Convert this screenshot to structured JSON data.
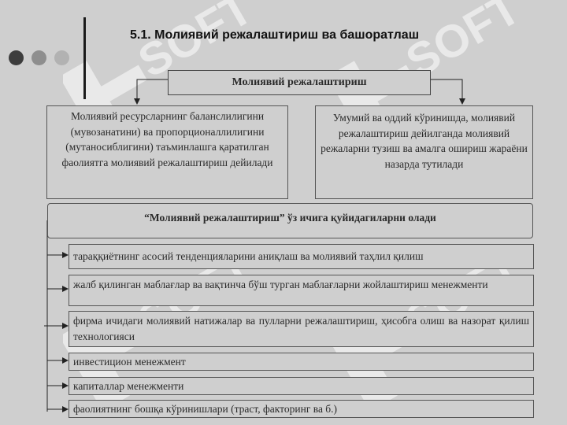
{
  "slide": {
    "title": "5.1. Молиявий режалаштириш ва башоратлаш"
  },
  "diagram": {
    "header": "Молиявий режалаштириш",
    "left_definition": "Молиявий ресурсларнинг балансли­лигини (мувозанатини) ва пропорционаллилигини (мутаносиблигини) таъминлашга қаратилган фаолиятга молиявий режалаштириш дейилади",
    "right_definition": "Умумий  ва оддий кўринишда, молиявий режалаштириш дейилганда молиявий режаларни тузиш ва амалга ошириш жараёни назарда тутилади",
    "includes_title": "“Молиявий режалаштириш” ўз ичига қуйидагиларни олади",
    "items": [
      "тараққиётнинг асосий тенденцияларини аниқлаш ва молиявий таҳлил қилиш",
      "жалб қилинган маблағлар ва вақтинча бўш турган маблағларни жойлаштириш менежменти",
      "фирма ичидаги молиявий натижалар ва пулларни режалаштириш, ҳисобга олиш ва назорат қилиш технологияси",
      "инвестицион менежмент",
      "капиталлар менежменти",
      "фаолиятнинг бошқа кўринишлари (траст, факторинг ва б.)"
    ]
  },
  "colors": {
    "background": "#cfcfcf",
    "border": "#555555",
    "dot_dark": "#3d3d3d",
    "dot_mid": "#8e8e8e",
    "dot_light": "#b2b2b2",
    "watermark": "#ffffff"
  },
  "decor": {
    "watermark_text": "SOFT",
    "watermark_icon": "soft-logo-icon"
  }
}
